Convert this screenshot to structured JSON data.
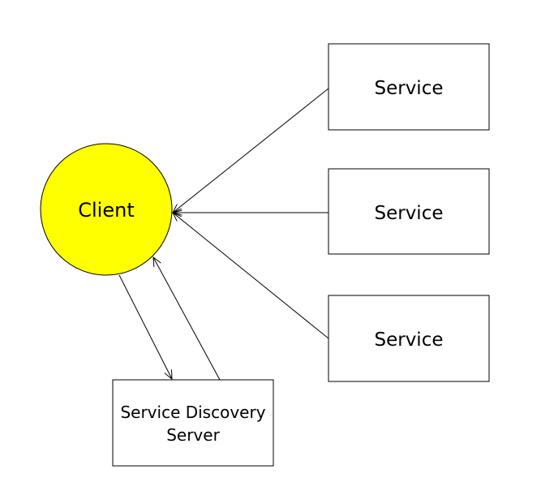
{
  "colors": {
    "client_fill": "#ffff00",
    "stroke": "#000000",
    "background": "#ffffff"
  },
  "client": {
    "label": "Client"
  },
  "services": [
    {
      "label": "Service"
    },
    {
      "label": "Service"
    },
    {
      "label": "Service"
    }
  ],
  "discovery": {
    "line1": "Service Discovery",
    "line2": "Server"
  }
}
